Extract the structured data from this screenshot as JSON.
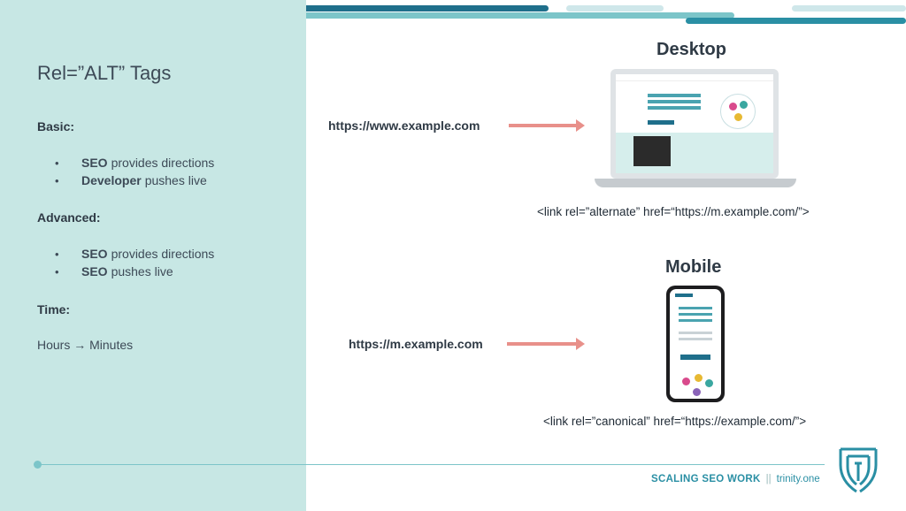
{
  "slide": {
    "title": "Rel=”ALT” Tags",
    "basic": {
      "label": "Basic:",
      "items": [
        {
          "bold": "SEO",
          "text": "provides directions"
        },
        {
          "bold": "Developer",
          "text": "pushes live"
        }
      ]
    },
    "advanced": {
      "label": "Advanced:",
      "items": [
        {
          "bold": "SEO",
          "text": "provides directions"
        },
        {
          "bold": "SEO",
          "text": "pushes live"
        }
      ]
    },
    "time": {
      "label": "Time:",
      "value": "Hours → Minutes"
    }
  },
  "desktop": {
    "title": "Desktop",
    "url": "https://www.example.com",
    "tag": "<link rel=”alternate” href=“https://m.example.com/”>"
  },
  "mobile": {
    "title": "Mobile",
    "url": "https://m.example.com",
    "tag": "<link rel=”canonical” href=“https://example.com/”>"
  },
  "footer": {
    "brand": "SCALING SEO WORK",
    "separator": "||",
    "site": "trinity.one"
  },
  "colors": {
    "panel": "#c7e7e4",
    "accent": "#2a8fa4",
    "arrow": "#e8908a"
  },
  "icons": {
    "bullet": "•",
    "logo": "trinity-logo-icon"
  }
}
